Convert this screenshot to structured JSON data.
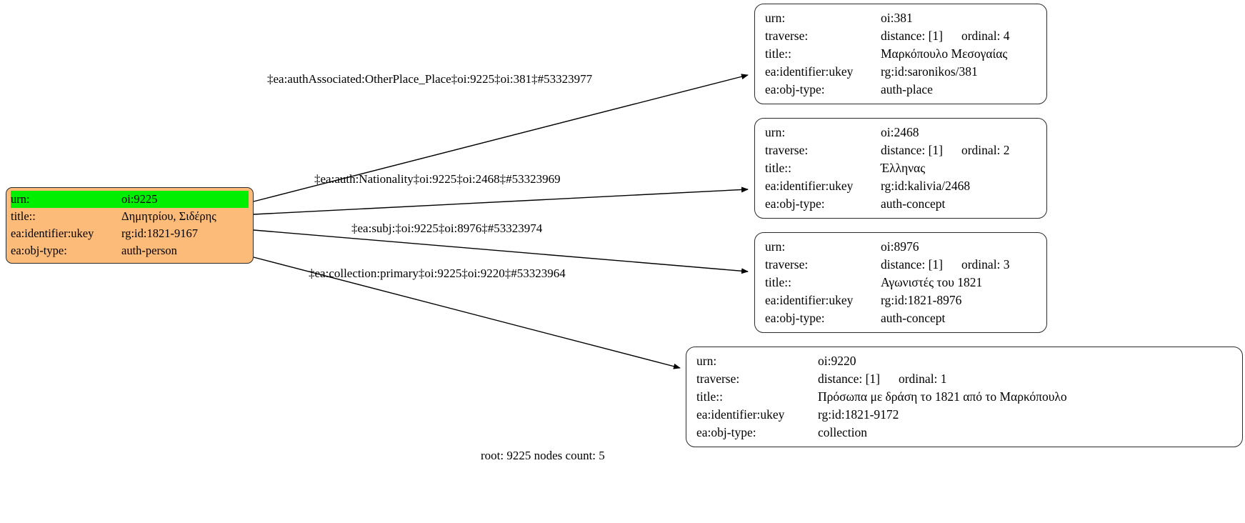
{
  "graph": {
    "footer": "root: 9225 nodes count: 5",
    "root_node": {
      "id": "root-9225",
      "fill_color": "#fdbb79",
      "highlight_color": "#00ef00",
      "rows": [
        {
          "key": "urn:",
          "value": "oi:9225",
          "highlighted": true
        },
        {
          "key": "title::",
          "value": "Δημητρίου, Σιδέρης",
          "highlighted": false
        },
        {
          "key": "ea:identifier:ukey",
          "value": "rg:id:1821-9167",
          "highlighted": false
        },
        {
          "key": "ea:obj-type:",
          "value": "auth-person",
          "highlighted": false
        }
      ]
    },
    "target_nodes": [
      {
        "id": "node-381",
        "rows": [
          {
            "key": "urn:",
            "value": "oi:381",
            "value2": ""
          },
          {
            "key": "traverse:",
            "value": "distance: [1]",
            "value2": "ordinal: 4"
          },
          {
            "key": "title::",
            "value": "Μαρκόπουλο Μεσογαίας",
            "value2": ""
          },
          {
            "key": "ea:identifier:ukey",
            "value": "rg:id:saronikos/381",
            "value2": ""
          },
          {
            "key": "ea:obj-type:",
            "value": "auth-place",
            "value2": ""
          }
        ]
      },
      {
        "id": "node-2468",
        "rows": [
          {
            "key": "urn:",
            "value": "oi:2468",
            "value2": ""
          },
          {
            "key": "traverse:",
            "value": "distance: [1]",
            "value2": "ordinal: 2"
          },
          {
            "key": "title::",
            "value": "Έλληνας",
            "value2": ""
          },
          {
            "key": "ea:identifier:ukey",
            "value": "rg:id:kalivia/2468",
            "value2": ""
          },
          {
            "key": "ea:obj-type:",
            "value": "auth-concept",
            "value2": ""
          }
        ]
      },
      {
        "id": "node-8976",
        "rows": [
          {
            "key": "urn:",
            "value": "oi:8976",
            "value2": ""
          },
          {
            "key": "traverse:",
            "value": "distance: [1]",
            "value2": "ordinal: 3"
          },
          {
            "key": "title::",
            "value": "Αγωνιστές του 1821",
            "value2": ""
          },
          {
            "key": "ea:identifier:ukey",
            "value": "rg:id:1821-8976",
            "value2": ""
          },
          {
            "key": "ea:obj-type:",
            "value": "auth-concept",
            "value2": ""
          }
        ]
      },
      {
        "id": "node-9220",
        "rows": [
          {
            "key": "urn:",
            "value": "oi:9220",
            "value2": ""
          },
          {
            "key": "traverse:",
            "value": "distance: [1]",
            "value2": "ordinal: 1"
          },
          {
            "key": "title::",
            "value": "Πρόσωπα με δράση το 1821 από το Μαρκόπουλο",
            "value2": ""
          },
          {
            "key": "ea:identifier:ukey",
            "value": "rg:id:1821-9172",
            "value2": ""
          },
          {
            "key": "ea:obj-type:",
            "value": "collection",
            "value2": ""
          }
        ]
      }
    ],
    "edges": [
      {
        "id": "edge-381",
        "label": "‡ea:authAssociated:OtherPlace_Place‡oi:9225‡oi:381‡#53323977"
      },
      {
        "id": "edge-2468",
        "label": "‡ea:auth:Nationality‡oi:9225‡oi:2468‡#53323969"
      },
      {
        "id": "edge-8976",
        "label": "‡ea:subj:‡oi:9225‡oi:8976‡#53323974"
      },
      {
        "id": "edge-9220",
        "label": "‡ea:collection:primary‡oi:9225‡oi:9220‡#53323964"
      }
    ]
  }
}
